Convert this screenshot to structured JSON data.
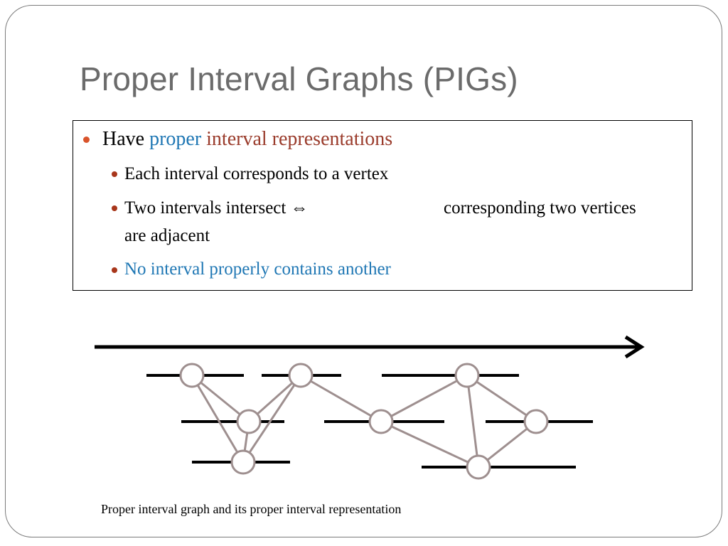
{
  "slide": {
    "title": "Proper Interval Graphs (PIGs)",
    "bullets": {
      "main": {
        "prefix": "Have ",
        "word_proper": "proper",
        "space": " ",
        "word_rest": "interval representations"
      },
      "sub1": "Each interval corresponds to a vertex",
      "sub2_part1": "Two intervals intersect ⇔",
      "sub2_part2": "corresponding two vertices",
      "sub2_part3": "are adjacent",
      "sub3": "No interval properly contains another"
    },
    "caption": "Proper interval graph and its proper interval representation"
  },
  "colors": {
    "title": "#6b6b6b",
    "accent_blue": "#1f77b4",
    "accent_brown": "#9a3b2b",
    "bullet": "#d9542b",
    "vertex_stroke": "#9e8f8f",
    "edge": "#9e8f8f",
    "interval": "#000000"
  }
}
